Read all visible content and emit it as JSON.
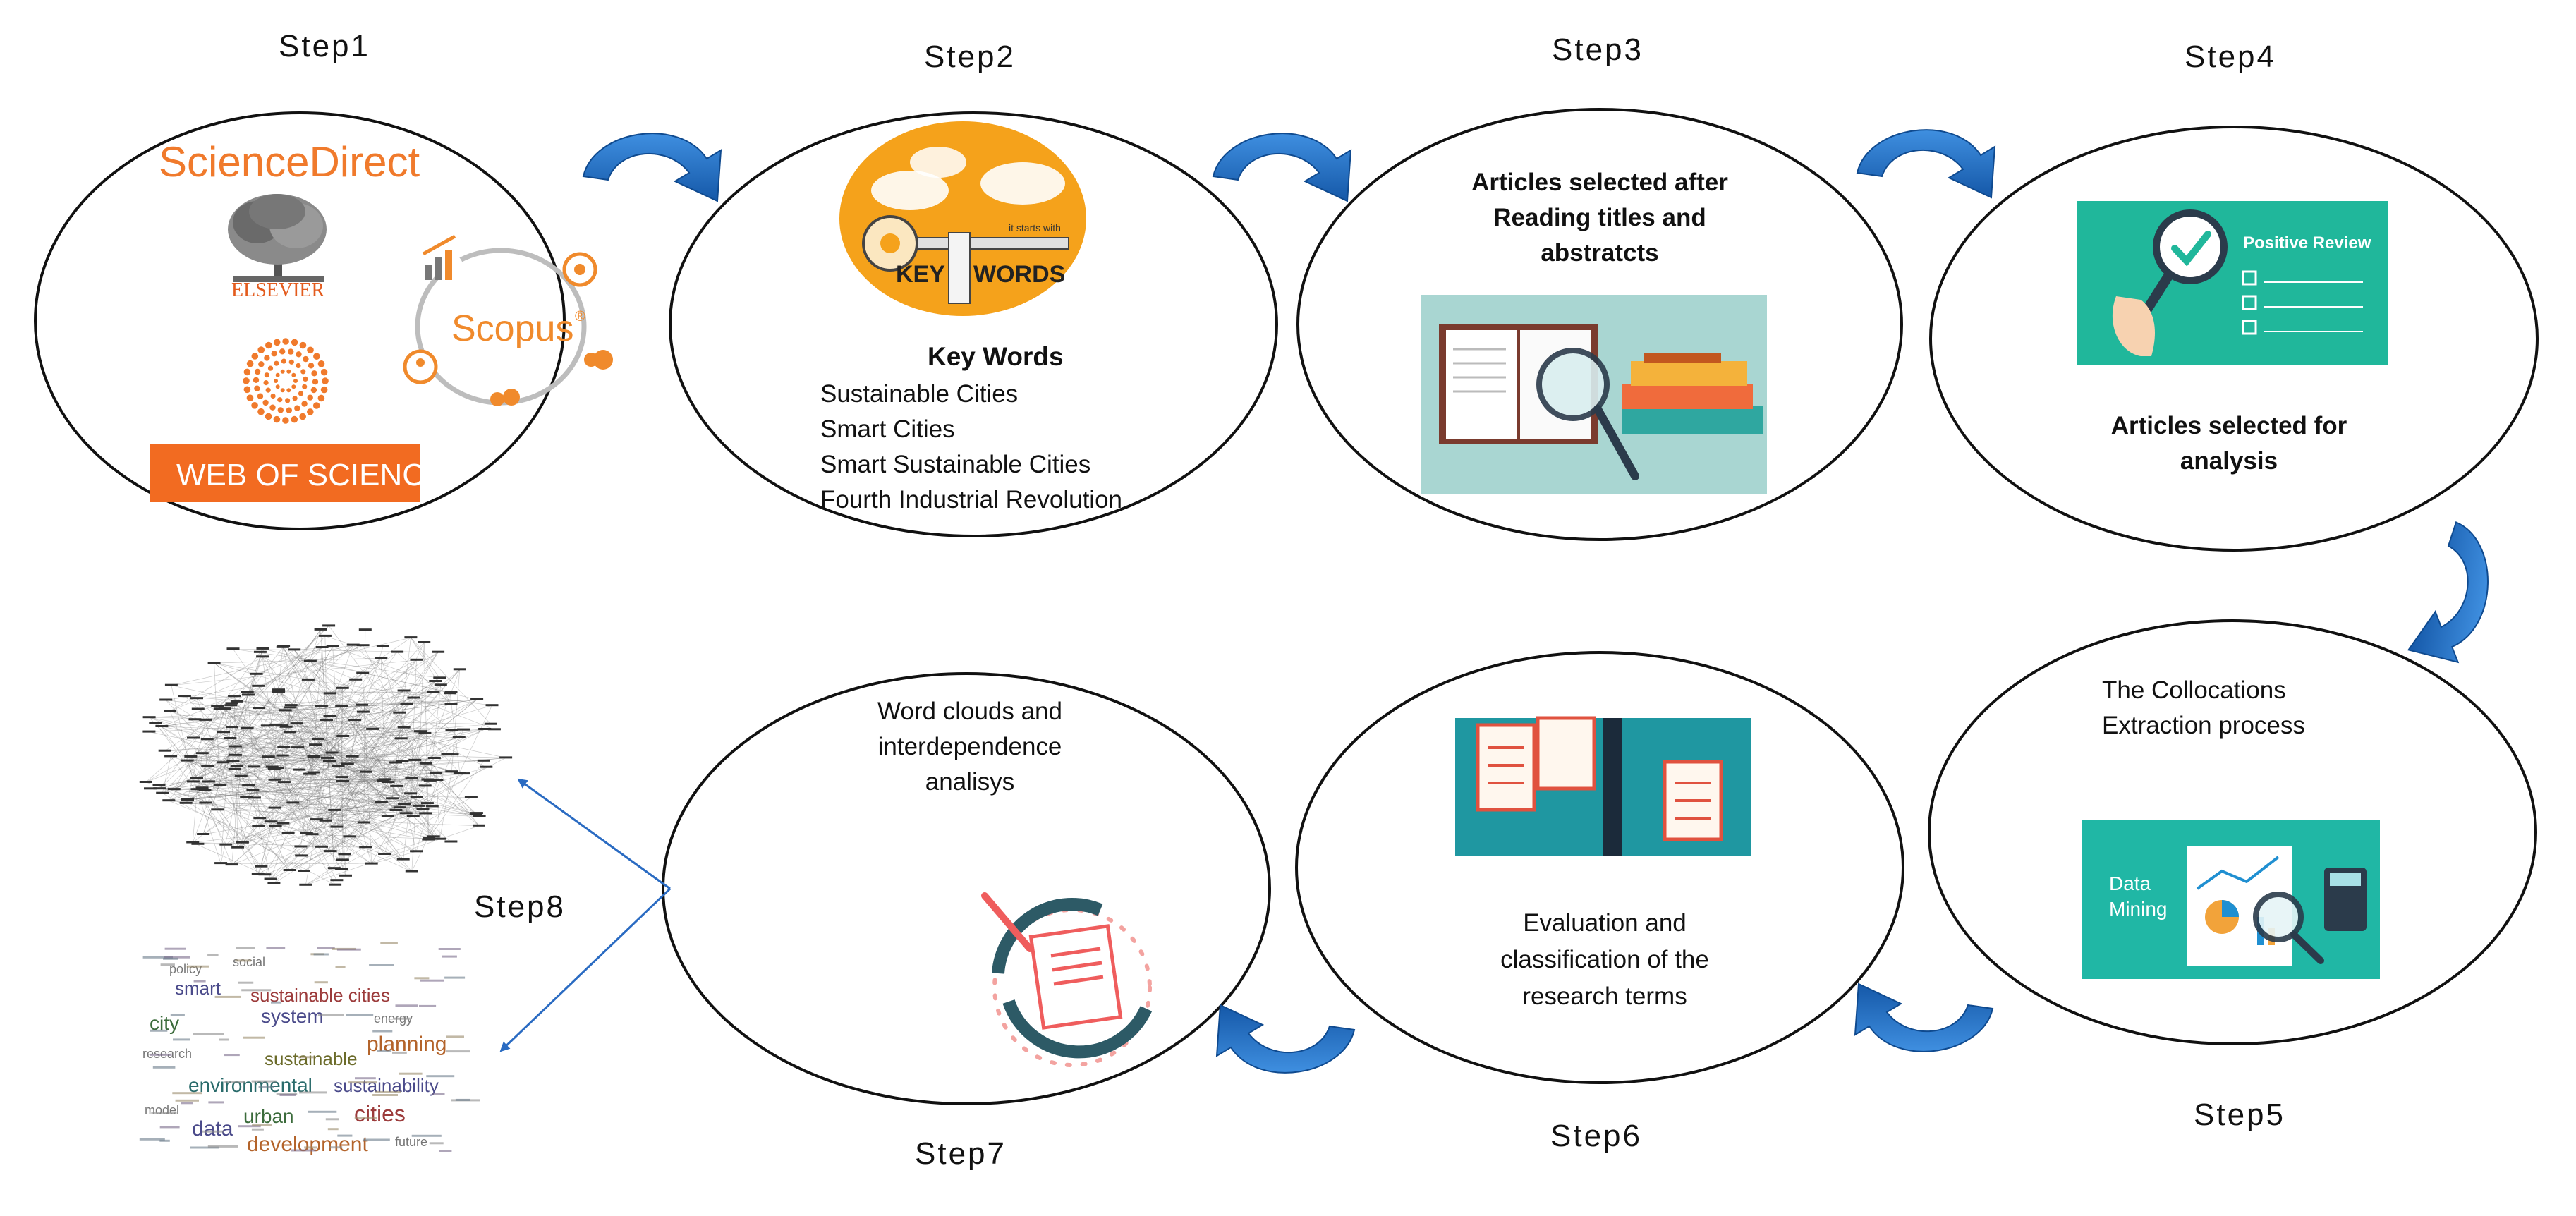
{
  "steps": [
    {
      "label": "Step1"
    },
    {
      "label": "Step2"
    },
    {
      "label": "Step3"
    },
    {
      "label": "Step4"
    },
    {
      "label": "Step5"
    },
    {
      "label": "Step6"
    },
    {
      "label": "Step7"
    },
    {
      "label": "Step8"
    }
  ],
  "step1": {
    "sciencedirect": "ScienceDirect",
    "elsevier": "ELSEVIER",
    "scopus": "Scopus",
    "scopus_mark": "®",
    "web_of_science": "WEB OF SCIENCE"
  },
  "step2": {
    "image_text_key": "KEY",
    "image_text_words": "WORDS",
    "image_small_text": "it starts with",
    "title": "Key Words",
    "items": [
      "Sustainable Cities",
      "Smart  Cities",
      "Smart  Sustainable Cities",
      "Fourth Industrial Revolution"
    ]
  },
  "step3": {
    "caption_lines": [
      "Articles selected after",
      "Reading titles and",
      "abstratcts"
    ]
  },
  "step4": {
    "image_title": "Positive Review",
    "caption_lines": [
      "Articles selected for",
      "analysis"
    ]
  },
  "step5": {
    "caption_lines": [
      "The Collocations",
      "Extraction process"
    ],
    "image_text_lines": [
      "Data",
      "Mining"
    ]
  },
  "step6": {
    "caption_lines": [
      "Evaluation and",
      "classification of the",
      "research terms"
    ]
  },
  "step7": {
    "caption_lines": [
      "Word clouds and",
      "interdependence",
      "analisys"
    ]
  },
  "step8": {
    "wordcloud_words": [
      "sustainable cities",
      "smart",
      "city",
      "system",
      "planning",
      "sustainable",
      "environmental",
      "sustainability",
      "urban",
      "cities",
      "data",
      "development",
      "social",
      "policy",
      "research",
      "energy",
      "future",
      "model"
    ]
  },
  "colors": {
    "cycle_arrow": "#1f6ec0",
    "step8_arrow": "#2a6bc2",
    "wos_bg": "#f26b21",
    "teal_panel": "#20b79b",
    "step3_panel": "#a9d6d2",
    "step6_panel": "#1f97a1"
  }
}
